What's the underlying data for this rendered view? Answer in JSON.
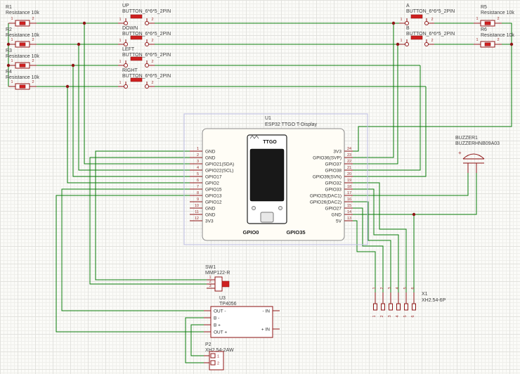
{
  "schematic": {
    "resistors": [
      {
        "ref": "R1",
        "value": "Resistance 10k",
        "pin1": "1",
        "pin2": "2"
      },
      {
        "ref": "R2",
        "value": "Resistance 10k",
        "pin1": "1",
        "pin2": "2"
      },
      {
        "ref": "R3",
        "value": "Resistance 10k",
        "pin1": "1",
        "pin2": "2"
      },
      {
        "ref": "R4",
        "value": "Resistance 10k",
        "pin1": "1",
        "pin2": "2"
      },
      {
        "ref": "R5",
        "value": "Resistance 10k",
        "pin1": "1",
        "pin2": "2"
      },
      {
        "ref": "R6",
        "value": "Resistance 10k",
        "pin1": "1",
        "pin2": "2"
      }
    ],
    "buttons": [
      {
        "ref": "UP",
        "value": "BUTTON_6*6*5_2PIN",
        "pin1": "1",
        "pin2": "2"
      },
      {
        "ref": "DOWN",
        "value": "BUTTON_6*6*5_2PIN",
        "pin1": "1",
        "pin2": "2"
      },
      {
        "ref": "LEFT",
        "value": "BUTTON_6*6*5_2PIN",
        "pin1": "1",
        "pin2": "2"
      },
      {
        "ref": "RIGHT",
        "value": "BUTTON_6*6*5_2PIN",
        "pin1": "1",
        "pin2": "2"
      },
      {
        "ref": "A",
        "value": "BUTTON_6*6*5_2PIN",
        "pin1": "1",
        "pin2": "2"
      },
      {
        "ref": "B",
        "value": "BUTTON_6*6*5_2PIN",
        "pin1": "1",
        "pin2": "2"
      }
    ],
    "u1": {
      "ref": "U1",
      "value": "ESP32 TTGO T-Display",
      "module": "TTGO",
      "bottom": [
        "GPIO0",
        "GPIO35"
      ],
      "left_pins": [
        {
          "num": "1",
          "name": "GND"
        },
        {
          "num": "2",
          "name": "GND"
        },
        {
          "num": "3",
          "name": "GPIO21(SDA)"
        },
        {
          "num": "4",
          "name": "GPIO22(SCL)"
        },
        {
          "num": "5",
          "name": "GPIO17"
        },
        {
          "num": "6",
          "name": "GPIO2"
        },
        {
          "num": "7",
          "name": "GPIO15"
        },
        {
          "num": "8",
          "name": "GPIO13"
        },
        {
          "num": "9",
          "name": "GPIO12"
        },
        {
          "num": "10",
          "name": "GND"
        },
        {
          "num": "11",
          "name": "GND"
        },
        {
          "num": "12",
          "name": "3V3"
        }
      ],
      "right_pins": [
        {
          "num": "24",
          "name": "3V3"
        },
        {
          "num": "23",
          "name": "GPIO36(SVP)"
        },
        {
          "num": "22",
          "name": "GPIO37"
        },
        {
          "num": "21",
          "name": "GPIO38"
        },
        {
          "num": "20",
          "name": "GPIO39(SVN)"
        },
        {
          "num": "19",
          "name": "GPIO32"
        },
        {
          "num": "18",
          "name": "GPIO33"
        },
        {
          "num": "17",
          "name": "GPIO25(DAC1)"
        },
        {
          "num": "16",
          "name": "GPIO26(DAC2)"
        },
        {
          "num": "15",
          "name": "GPIO27"
        },
        {
          "num": "14",
          "name": "GND"
        },
        {
          "num": "13",
          "name": "5V"
        }
      ]
    },
    "buzzer": {
      "ref": "BUZZER1",
      "value": "BUZZERHNB09A03",
      "plus": "+"
    },
    "sw1": {
      "ref": "SW1",
      "value": "MMP122-R",
      "pins": [
        "1",
        "2",
        "3"
      ]
    },
    "u3": {
      "ref": "U3",
      "value": "TP4056",
      "left_pins": [
        "OUT -",
        "B -",
        "B +",
        "OUT +"
      ],
      "right_pins": [
        "- IN",
        "+ IN"
      ]
    },
    "p2": {
      "ref": "P2",
      "value": "XH2.54-2AW",
      "pins": [
        "1",
        "2"
      ]
    },
    "x1": {
      "ref": "X1",
      "value": "XH2.54-6P",
      "pins": [
        "1",
        "2",
        "3",
        "4",
        "5",
        "6"
      ]
    }
  },
  "colors": {
    "wire": "#0b7d0b",
    "sym": "#8f1616",
    "accent": "#cf2020",
    "junction": "#8f1616",
    "text": "#3f3f3f",
    "pnum": "#a03333",
    "pname": "#2f2f2f"
  }
}
